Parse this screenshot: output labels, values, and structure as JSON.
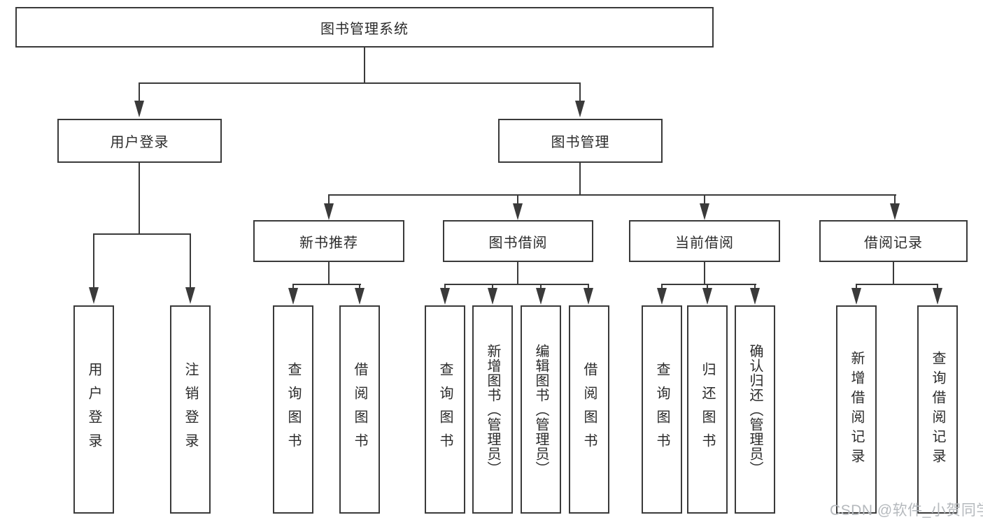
{
  "root": {
    "label": "图书管理系统"
  },
  "branches": [
    {
      "label": "用户登录",
      "children": [
        {
          "label": "用户登录"
        },
        {
          "label": "注销登录"
        }
      ]
    },
    {
      "label": "图书管理",
      "children": [
        {
          "label": "新书推荐",
          "children": [
            {
              "label": "查询图书"
            },
            {
              "label": "借阅图书"
            }
          ]
        },
        {
          "label": "图书借阅",
          "children": [
            {
              "label": "查询图书"
            },
            {
              "label": "新增图书（管理员）"
            },
            {
              "label": "编辑图书（管理员）"
            },
            {
              "label": "借阅图书"
            }
          ]
        },
        {
          "label": "当前借阅",
          "children": [
            {
              "label": "查询图书"
            },
            {
              "label": "归还图书"
            },
            {
              "label": "确认归还（管理员）"
            }
          ]
        },
        {
          "label": "借阅记录",
          "children": [
            {
              "label": "新增借阅记录"
            },
            {
              "label": "查询借阅记录"
            }
          ]
        }
      ]
    }
  ],
  "watermark": {
    "text": "CSDN @软件_小贺同学"
  },
  "colors": {
    "line": "#3a3a3a",
    "background": "#ffffff",
    "watermark_text": "#b5b9bd"
  }
}
